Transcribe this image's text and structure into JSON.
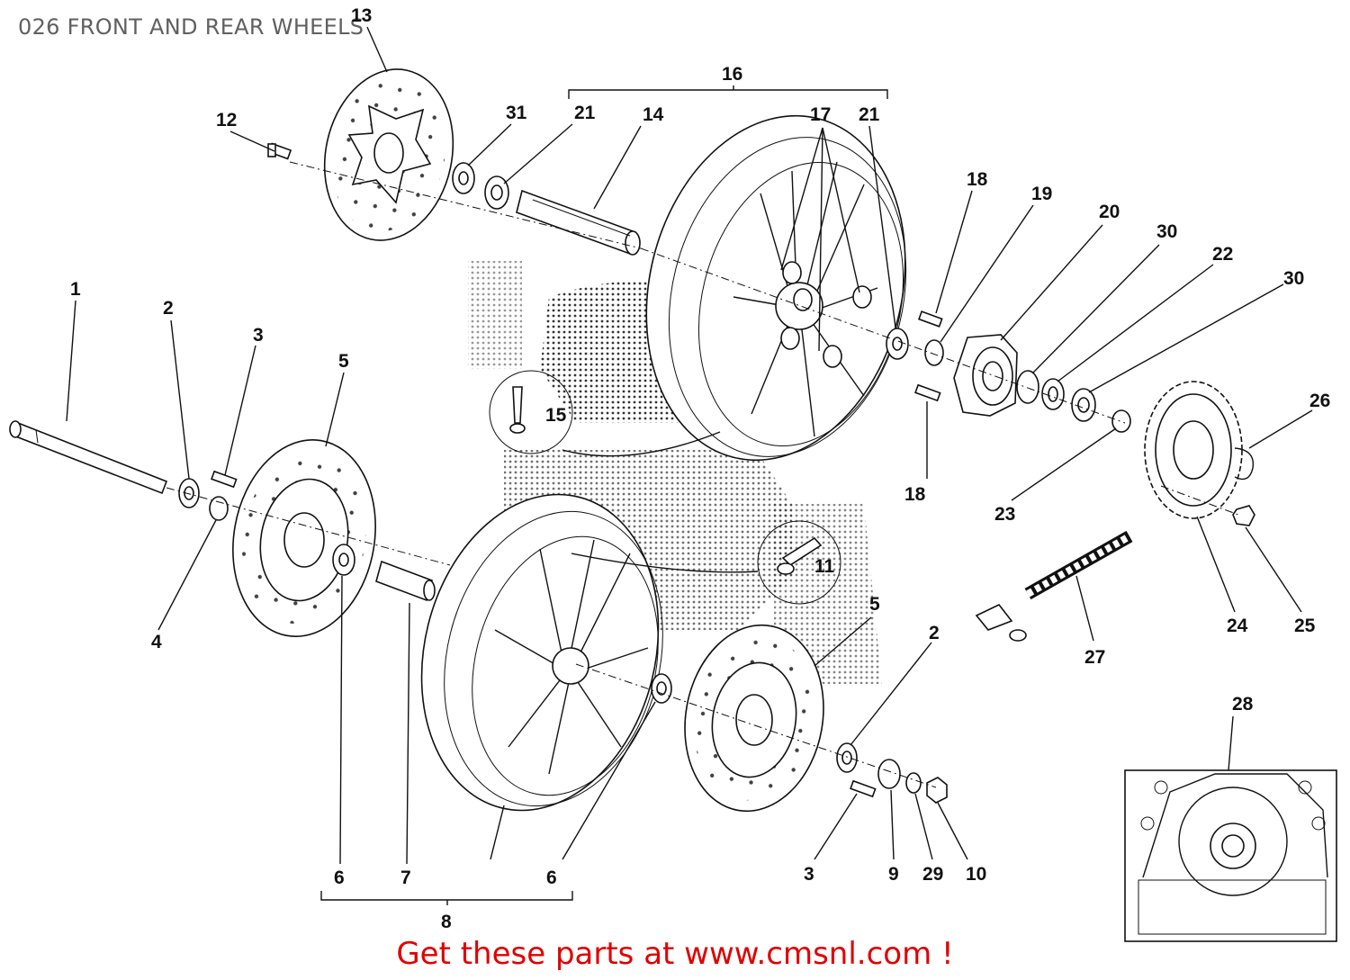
{
  "title": "026 FRONT AND REAR WHEELS",
  "footer": "Get these parts at www.cmsnl.com !",
  "callouts": {
    "c1": "1",
    "c2a": "2",
    "c2b": "2",
    "c3a": "3",
    "c3b": "3",
    "c4": "4",
    "c5a": "5",
    "c5b": "5",
    "c6a": "6",
    "c6b": "6",
    "c7": "7",
    "c8": "8",
    "c9": "9",
    "c10": "10",
    "c11": "11",
    "c12": "12",
    "c13": "13",
    "c14": "14",
    "c15": "15",
    "c16": "16",
    "c17": "17",
    "c18a": "18",
    "c18b": "18",
    "c19": "19",
    "c20": "20",
    "c21a": "21",
    "c21b": "21",
    "c22": "22",
    "c23": "23",
    "c24": "24",
    "c25": "25",
    "c26": "26",
    "c27": "27",
    "c28": "28",
    "c29": "29",
    "c30a": "30",
    "c30b": "30",
    "c31": "31"
  }
}
